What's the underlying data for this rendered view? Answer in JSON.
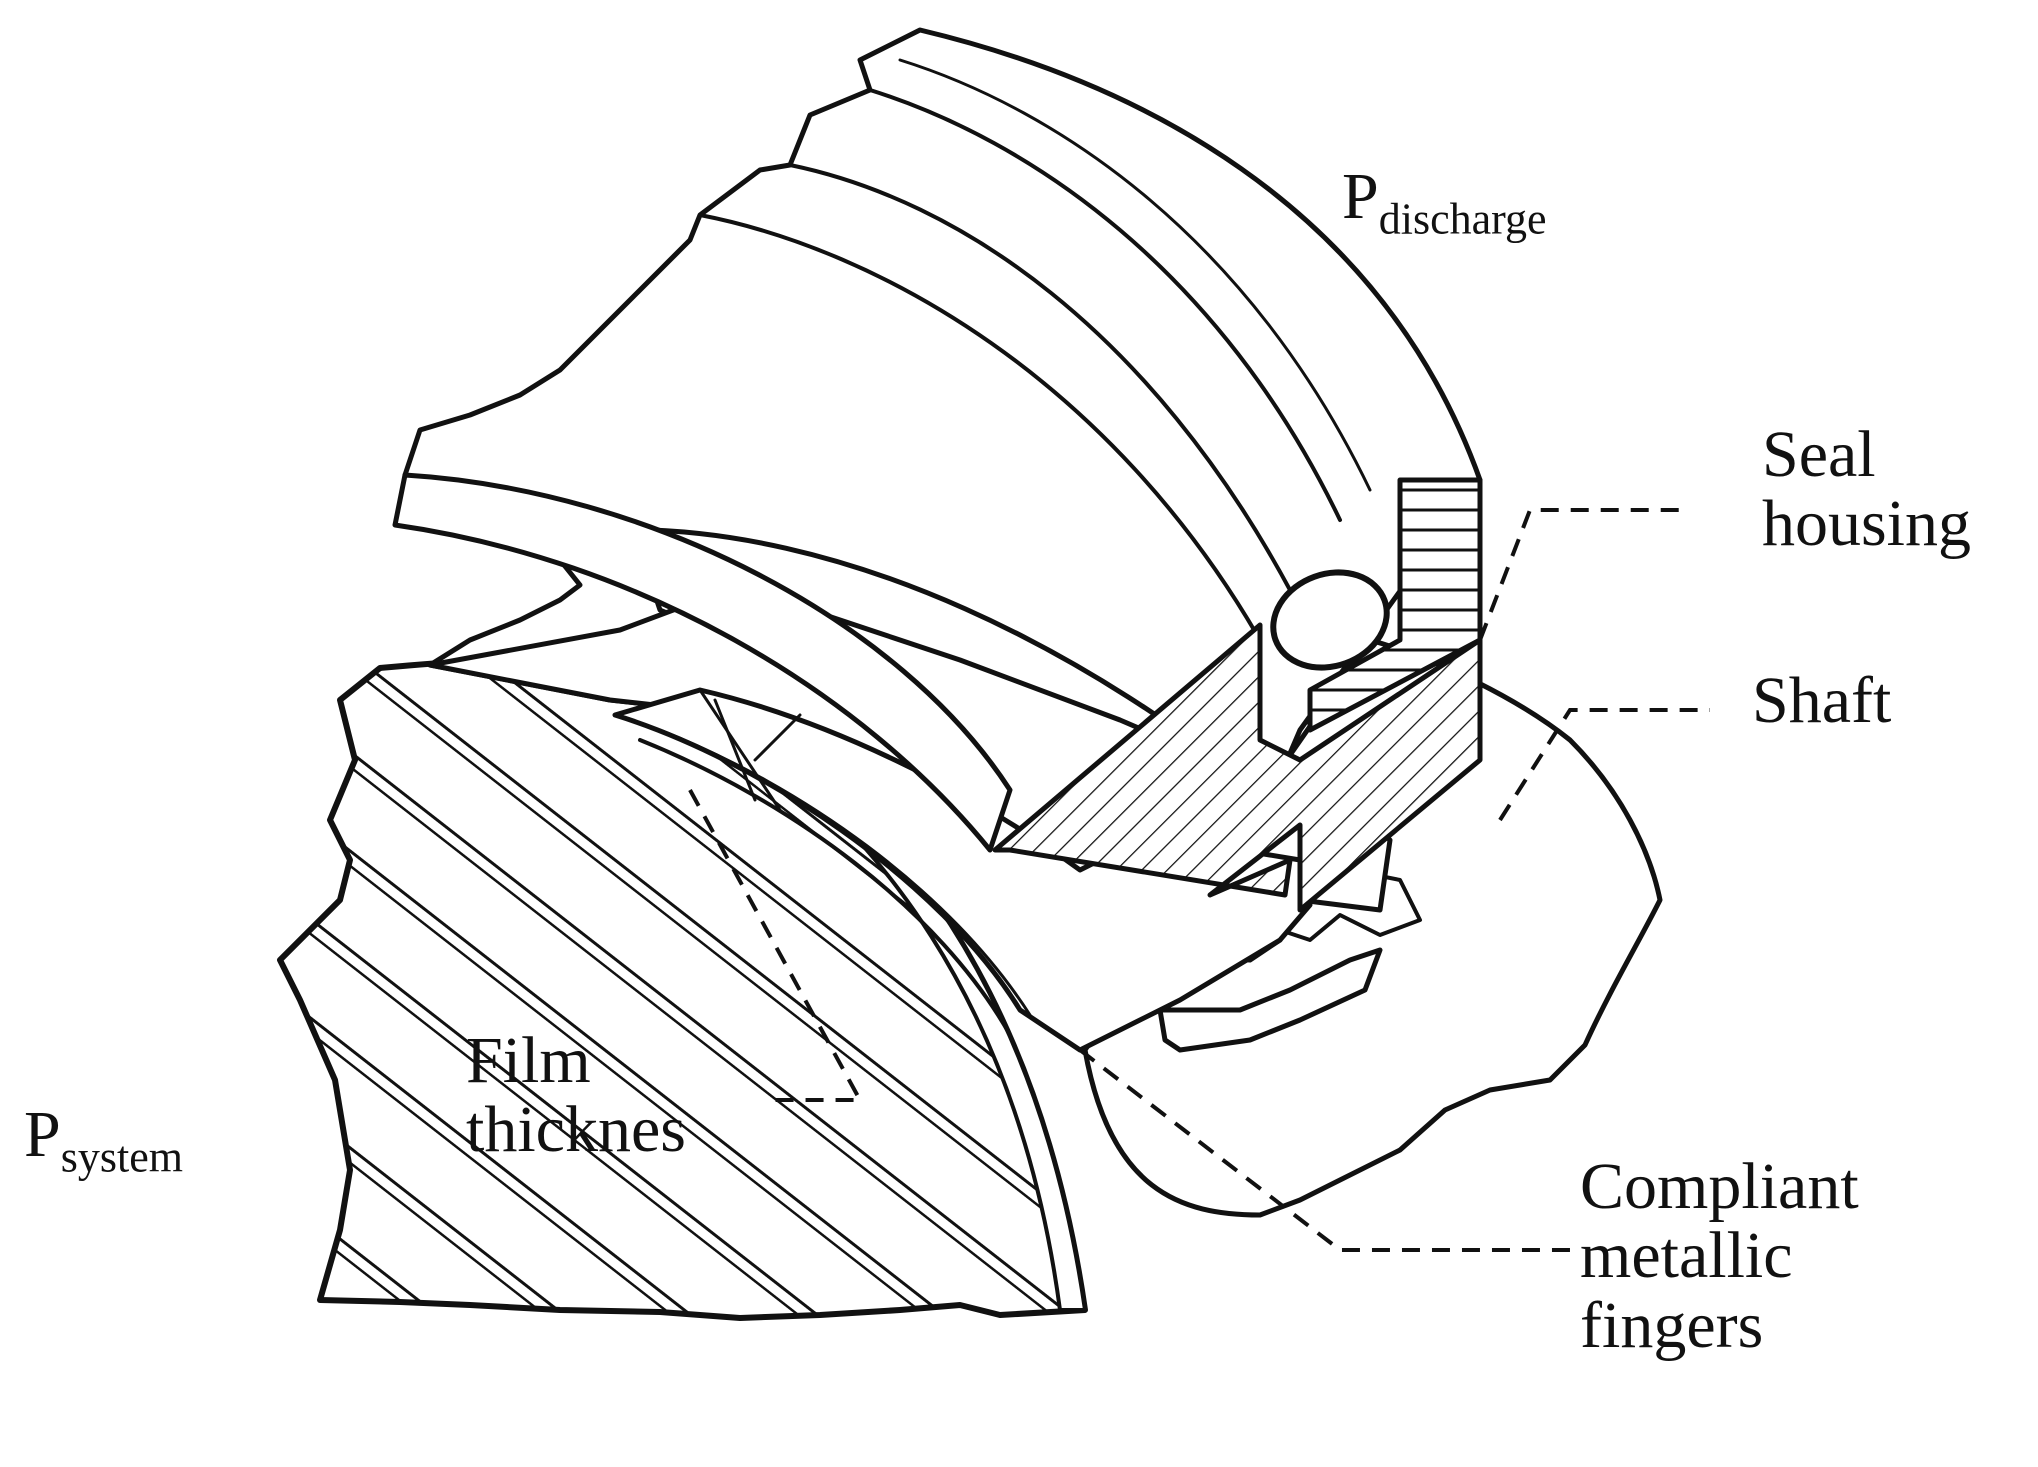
{
  "labels": {
    "p_discharge": {
      "main": "P",
      "sub": "discharge"
    },
    "p_system": {
      "main": "P",
      "sub": "system"
    },
    "seal_housing": [
      "Seal",
      "housing"
    ],
    "shaft": "Shaft",
    "film_thickness": [
      "Film",
      "thicknes"
    ],
    "compliant_fingers": [
      "Compliant",
      "metallic",
      "fingers"
    ]
  },
  "colors": {
    "line": "#111111",
    "background": "#ffffff"
  }
}
